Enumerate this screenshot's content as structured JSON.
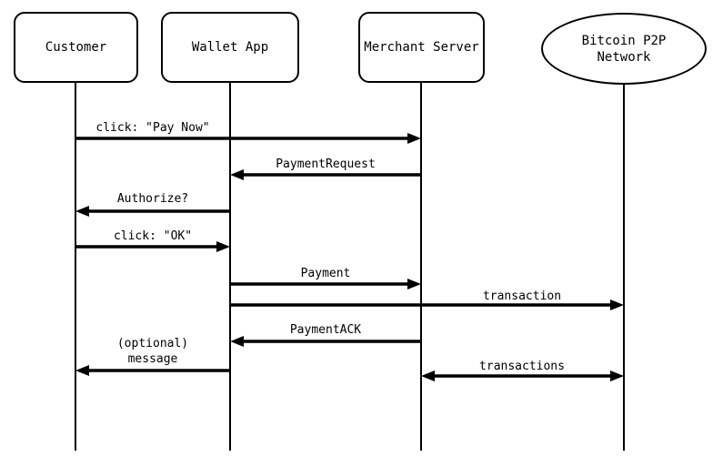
{
  "diagram_type": "sequence-diagram",
  "colors": {
    "line": "#000000",
    "text": "#000000",
    "background": "#ffffff"
  },
  "participants": [
    {
      "id": "customer",
      "name": "Customer",
      "shape": "rectangle"
    },
    {
      "id": "wallet-app",
      "name": "Wallet App",
      "shape": "rectangle"
    },
    {
      "id": "merchant-server",
      "name": "Merchant Server",
      "shape": "rectangle"
    },
    {
      "id": "bitcoin-p2p-network",
      "name": "Bitcoin P2P\nNetwork",
      "shape": "ellipse"
    }
  ],
  "messages": [
    {
      "label": "click: \"Pay Now\"",
      "from": "Customer",
      "to": "Merchant Server",
      "arrow": "right"
    },
    {
      "label": "PaymentRequest",
      "from": "Merchant Server",
      "to": "Wallet App",
      "arrow": "left"
    },
    {
      "label": "Authorize?",
      "from": "Wallet App",
      "to": "Customer",
      "arrow": "left"
    },
    {
      "label": "click: \"OK\"",
      "from": "Customer",
      "to": "Wallet App",
      "arrow": "right"
    },
    {
      "label": "Payment",
      "from": "Wallet App",
      "to": "Merchant Server",
      "arrow": "right"
    },
    {
      "label": "transaction",
      "from": "Wallet App",
      "to": "Bitcoin P2P Network",
      "arrow": "right"
    },
    {
      "label": "PaymentACK",
      "from": "Merchant Server",
      "to": "Wallet App",
      "arrow": "left"
    },
    {
      "label": "(optional)\nmessage",
      "from": "Wallet App",
      "to": "Customer",
      "arrow": "left"
    },
    {
      "label": "transactions",
      "from": "Merchant Server",
      "to": "Bitcoin P2P Network",
      "arrow": "both"
    }
  ]
}
